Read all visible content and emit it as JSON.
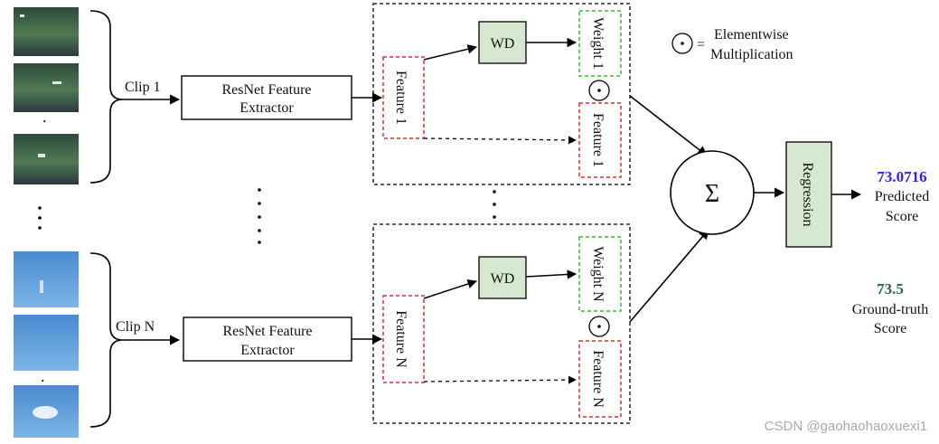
{
  "clips": [
    {
      "label": "Clip 1",
      "extractor_line1": "ResNet Feature",
      "extractor_line2": "Extractor",
      "feature": "Feature 1",
      "weight": "Weight 1",
      "feature_out": "Feature 1"
    },
    {
      "label": "Clip N",
      "extractor_line1": "ResNet Feature",
      "extractor_line2": "Extractor",
      "feature": "Feature N",
      "weight": "Weight N",
      "feature_out": "Feature N"
    }
  ],
  "wd_label": "WD",
  "sum_symbol": "Σ",
  "regression_label": "Regression",
  "legend": {
    "symbol": "⊙",
    "equals": "=",
    "line1": "Elementwise",
    "line2": "Multiplication"
  },
  "predicted": {
    "value": "73.0716",
    "line1": "Predicted",
    "line2": "Score",
    "color": "#3a1ee6"
  },
  "ground_truth": {
    "value": "73.5",
    "line1": "Ground-truth",
    "line2": "Score",
    "color": "#1f6e3c"
  },
  "ellipsis": "·  ·  ·",
  "watermark": "CSDN @gaohaohaoxuexi1",
  "colors": {
    "feature_border": "#e0282e",
    "weight_border": "#2fbf2a",
    "block_fill": "#d6e8cf"
  }
}
